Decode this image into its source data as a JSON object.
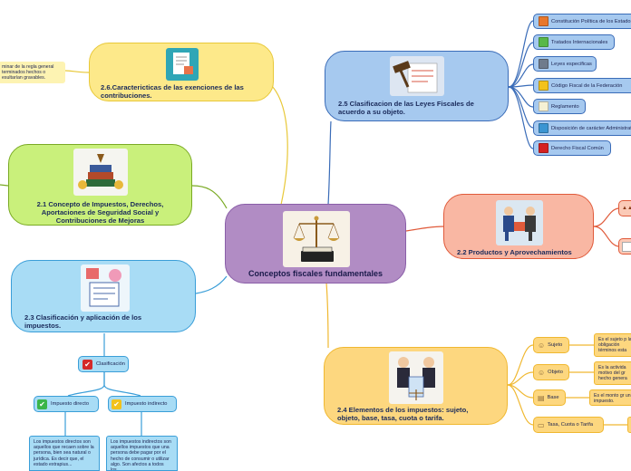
{
  "central": {
    "title": "Conceptos fiscales fundamentales",
    "icon": "scales-of-justice-icon"
  },
  "branches": {
    "exenciones": {
      "title": "2.6.Caractericticas de las exenciones de las contribuciones.",
      "icon": "document-signing-icon",
      "note": "minar de la regla general terminados hechos o esultarían gravables."
    },
    "concepto": {
      "title": "2.1 Concepto de Impuestos, Derechos, Aportaciones de Seguridad Social y Contribuciones de Mejoras",
      "icon": "books-and-coins-icon"
    },
    "clasif_impuestos": {
      "title": "2.3 Clasificación y aplicación de los impuestos.",
      "icon": "tax-forms-icon"
    },
    "leyes": {
      "title": "2.5 Clasificacion de las Leyes Fiscales de acuerdo a su objeto.",
      "icon": "gavel-document-icon"
    },
    "productos": {
      "title": "2.2 Productos y Aprovechamientos",
      "icon": "business-people-icon"
    },
    "elementos": {
      "title": "2.4 Elementos de los impuestos: sujeto, objeto, base, tasa, cuota o tarifa.",
      "icon": "lawyers-scales-icon"
    }
  },
  "leyes_items": [
    {
      "label": "Constitución Política de los Estados",
      "color": "#e8772c"
    },
    {
      "label": "Tratados Internacionales",
      "color": "#58b848"
    },
    {
      "label": "Leyes especificas",
      "color": "#6f7b8c"
    },
    {
      "label": "Código Fiscal de la Federación",
      "color": "#f2c21c"
    },
    {
      "label": "Reglamento",
      "color": "#f6f1d4"
    },
    {
      "label": "Disposición de carácter Administrativo",
      "color": "#3b95d2"
    },
    {
      "label": "Derecho Fiscal Común",
      "color": "#d42020"
    }
  ],
  "elementos_items": [
    {
      "label": "Sujeto",
      "icon": "person-icon",
      "note": "Es el sujeto p la obligación términos esta"
    },
    {
      "label": "Objeto",
      "icon": "person-icon",
      "note": "Es la activida motivo del gr hecho genera"
    },
    {
      "label": "Base",
      "icon": "chart-icon",
      "note": "Es el monto gr un impuesto."
    },
    {
      "label": "Tasa, Cuota o Tarifa",
      "icon": "money-icon",
      "note": ""
    }
  ],
  "clasificacion": {
    "label": "Clasificación",
    "directo": {
      "label": "Impuesto directo",
      "note": "Los impuestos directos son aquellos que recaen sobre la persona, bien sea natural o jurídica. Es decir que, el estado extrapius..."
    },
    "indirecto": {
      "label": "Impuesto indirecto",
      "note": "Los impuestos indirectos son aquellos impuestos que una persona debe pagar por el hecho de consumir o utilizar algo. Son afectos a todos los..."
    }
  },
  "colors": {
    "purple": "#b18cc4",
    "yellow": "#fde98a",
    "green": "#c9f07b",
    "blue": "#a8dcf5",
    "blue_dark": "#a6c9ef",
    "salmon": "#f9b7a3",
    "orange": "#fdd77f"
  }
}
